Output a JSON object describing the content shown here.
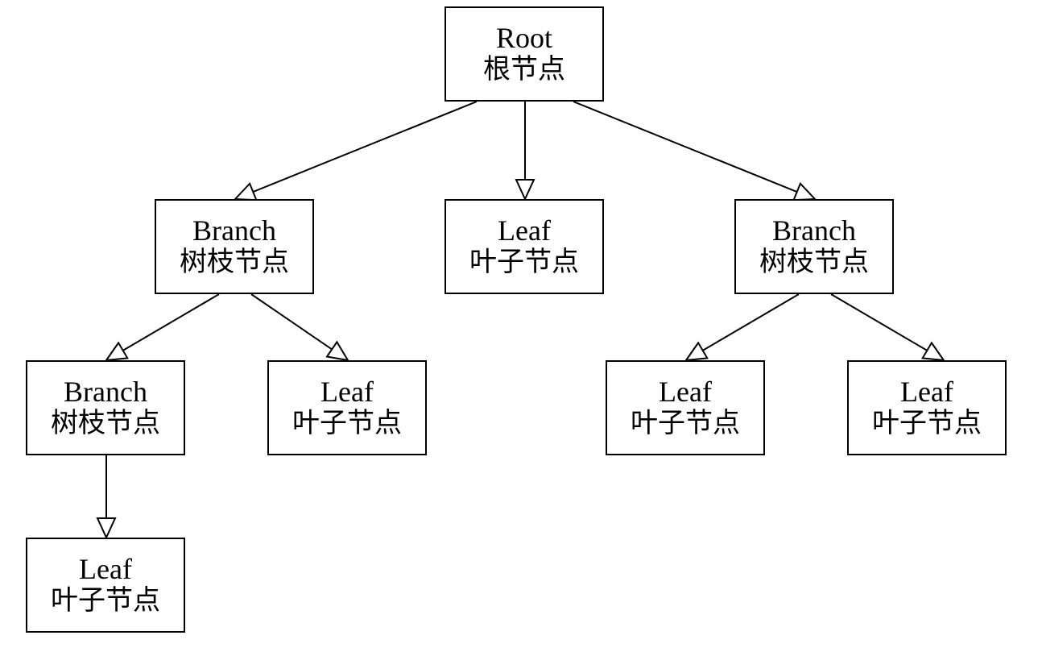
{
  "nodes": {
    "root": {
      "en": "Root",
      "zh": "根节点"
    },
    "branch_l": {
      "en": "Branch",
      "zh": "树枝节点"
    },
    "leaf_mid": {
      "en": "Leaf",
      "zh": "叶子节点"
    },
    "branch_r": {
      "en": "Branch",
      "zh": "树枝节点"
    },
    "branch_ll": {
      "en": "Branch",
      "zh": "树枝节点"
    },
    "leaf_lm": {
      "en": "Leaf",
      "zh": "叶子节点"
    },
    "leaf_rl": {
      "en": "Leaf",
      "zh": "叶子节点"
    },
    "leaf_rr": {
      "en": "Leaf",
      "zh": "叶子节点"
    },
    "leaf_bot": {
      "en": "Leaf",
      "zh": "叶子节点"
    }
  },
  "edges": [
    {
      "from": "root",
      "to": "branch_l"
    },
    {
      "from": "root",
      "to": "leaf_mid"
    },
    {
      "from": "root",
      "to": "branch_r"
    },
    {
      "from": "branch_l",
      "to": "branch_ll"
    },
    {
      "from": "branch_l",
      "to": "leaf_lm"
    },
    {
      "from": "branch_r",
      "to": "leaf_rl"
    },
    {
      "from": "branch_r",
      "to": "leaf_rr"
    },
    {
      "from": "branch_ll",
      "to": "leaf_bot"
    }
  ],
  "colors": {
    "stroke": "#000000",
    "fill": "#ffffff"
  }
}
